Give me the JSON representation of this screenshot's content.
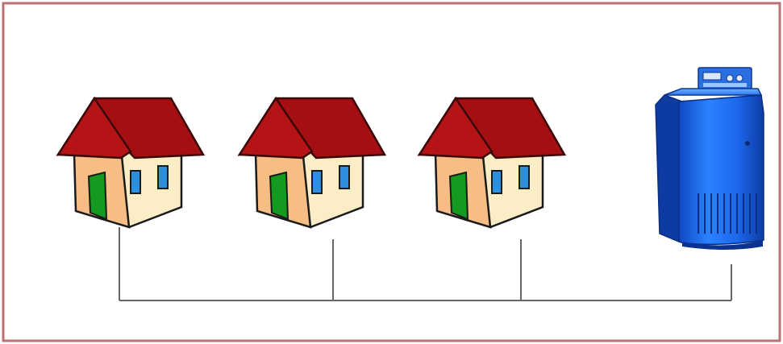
{
  "diagram": {
    "houses": [
      {
        "id": "house-1"
      },
      {
        "id": "house-2"
      },
      {
        "id": "house-3"
      }
    ],
    "boiler": {
      "id": "boiler"
    },
    "colors": {
      "border": "#c07070",
      "roof": "#a50f12",
      "roof_outline": "#3a0707",
      "wall_front": "#f6bd85",
      "wall_side": "#fbeec6",
      "door": "#149a1f",
      "window": "#2e8ee0",
      "pipe": "#666666",
      "boiler_body": "#1f6ff0",
      "boiler_dark": "#0e3fa8",
      "boiler_light": "#5aa0ff"
    }
  }
}
